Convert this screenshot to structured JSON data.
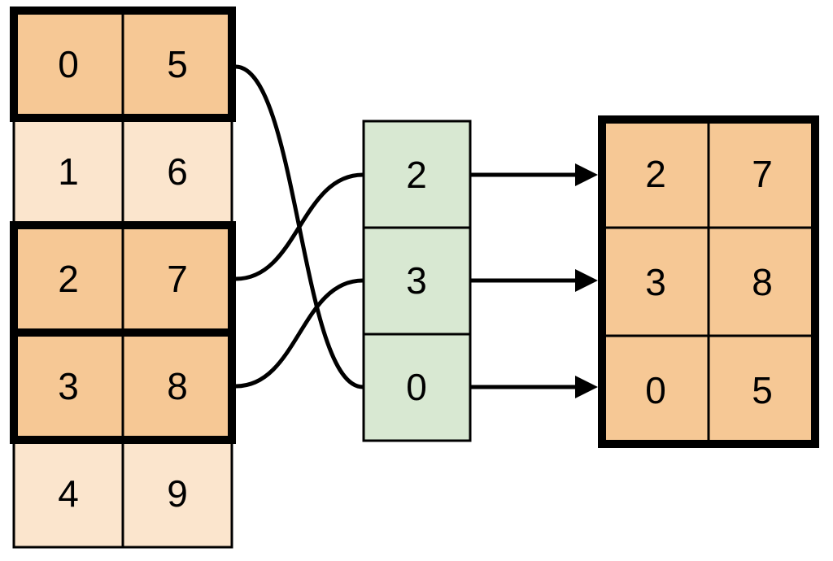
{
  "figure": {
    "description": "Row indexing diagram: highlighted rows of a source table are selected by an index list and copied into a result table",
    "background": "#FFFFFF",
    "colors": {
      "highlighted_row_fill": "#F6C895",
      "plain_row_fill": "#FBE5CD",
      "index_cell_fill": "#D8E8D2",
      "line": "#000000"
    },
    "source_table": {
      "rows": [
        {
          "cells": [
            "0",
            "5"
          ],
          "highlighted": true
        },
        {
          "cells": [
            "1",
            "6"
          ],
          "highlighted": false
        },
        {
          "cells": [
            "2",
            "7"
          ],
          "highlighted": true
        },
        {
          "cells": [
            "3",
            "8"
          ],
          "highlighted": true
        },
        {
          "cells": [
            "4",
            "9"
          ],
          "highlighted": false
        }
      ]
    },
    "index_list": {
      "values": [
        "2",
        "3",
        "0"
      ]
    },
    "result_table": {
      "rows": [
        {
          "cells": [
            "2",
            "7"
          ]
        },
        {
          "cells": [
            "3",
            "8"
          ]
        },
        {
          "cells": [
            "0",
            "5"
          ]
        }
      ]
    },
    "links": {
      "curves": [
        {
          "from_source_row": "0",
          "to_index_value": "0"
        },
        {
          "from_source_row": "2",
          "to_index_value": "2"
        },
        {
          "from_source_row": "3",
          "to_index_value": "3"
        }
      ],
      "arrows": [
        {
          "from_index_value": "2",
          "to_result_row": "0"
        },
        {
          "from_index_value": "3",
          "to_result_row": "1"
        },
        {
          "from_index_value": "0",
          "to_result_row": "2"
        }
      ]
    }
  }
}
